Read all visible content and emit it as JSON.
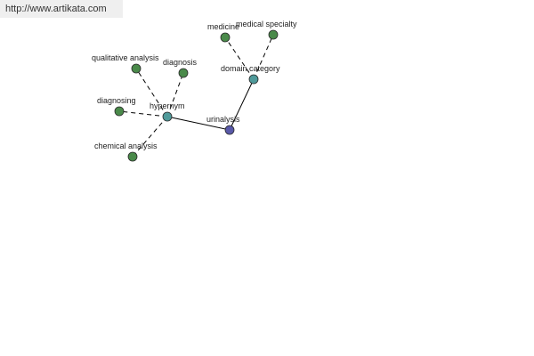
{
  "url": "http://www.artikata.com",
  "colors": {
    "leaf": "#4a8a4a",
    "hub": "#4f9a9a",
    "root": "#5959a8",
    "edge": "#000000"
  },
  "nodes": [
    {
      "id": "urinalysis",
      "label": "urinalysis",
      "kind": "root"
    },
    {
      "id": "hypernym",
      "label": "hypernym",
      "kind": "hub"
    },
    {
      "id": "domain",
      "label": "domain category",
      "kind": "hub"
    },
    {
      "id": "qual",
      "label": "qualitative analysis",
      "kind": "leaf"
    },
    {
      "id": "diagnosis",
      "label": "diagnosis",
      "kind": "leaf"
    },
    {
      "id": "diagnosing",
      "label": "diagnosing",
      "kind": "leaf"
    },
    {
      "id": "chem",
      "label": "chemical analysis",
      "kind": "leaf"
    },
    {
      "id": "medicine",
      "label": "medicine",
      "kind": "leaf"
    },
    {
      "id": "medspec",
      "label": "medical specialty",
      "kind": "leaf"
    }
  ],
  "edges": [
    {
      "from": "urinalysis",
      "to": "hypernym",
      "style": "solid"
    },
    {
      "from": "urinalysis",
      "to": "domain",
      "style": "solid"
    },
    {
      "from": "hypernym",
      "to": "qual",
      "style": "dashed"
    },
    {
      "from": "hypernym",
      "to": "diagnosis",
      "style": "dashed"
    },
    {
      "from": "hypernym",
      "to": "diagnosing",
      "style": "dashed"
    },
    {
      "from": "hypernym",
      "to": "chem",
      "style": "dashed"
    },
    {
      "from": "domain",
      "to": "medicine",
      "style": "dashed"
    },
    {
      "from": "domain",
      "to": "medspec",
      "style": "dashed"
    }
  ]
}
